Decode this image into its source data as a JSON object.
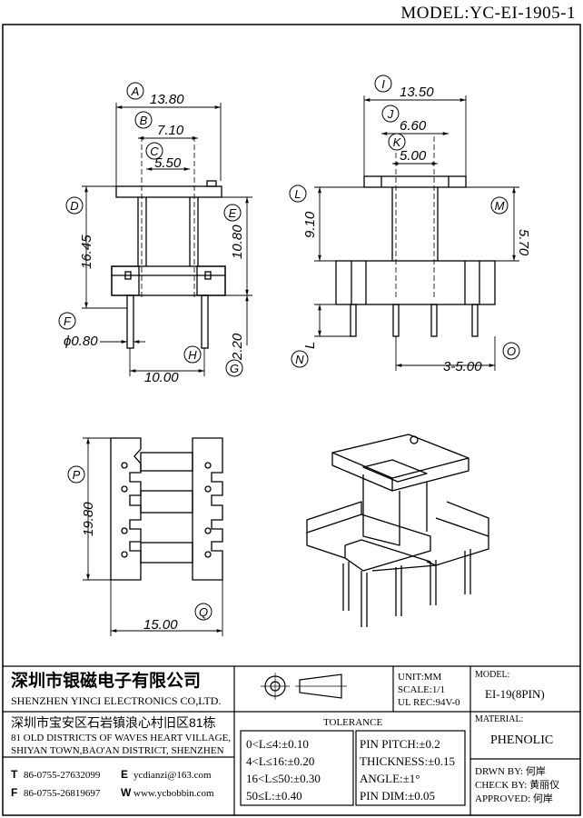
{
  "model_title": "MODEL:YC-EI-1905-1",
  "dimensions": {
    "a": "13.80",
    "b": "7.10",
    "c": "5.50",
    "d": "16.45",
    "e": "10.80",
    "f": "ϕ0.80",
    "g": "2.20",
    "h": "10.00",
    "i": "13.50",
    "j": "6.60",
    "k": "5.00",
    "l": "9.10",
    "m": "5.70",
    "n": "L",
    "o": "3-5.00",
    "p": "19.80",
    "q": "15.00"
  },
  "circle_labels": [
    "A",
    "B",
    "C",
    "D",
    "E",
    "F",
    "G",
    "H",
    "I",
    "J",
    "K",
    "L",
    "M",
    "N",
    "O",
    "P",
    "Q"
  ],
  "title_block": {
    "company_cn": "深圳市银磁电子有限公司",
    "company_en": "SHENZHEN YINCI ELECTRONICS CO,LTD.",
    "address_cn": "深圳市宝安区石岩镇浪心村旧区81栋",
    "address_en1": "81 OLD DISTRICTS OF WAVES HEART VILLAGE,",
    "address_en2": "SHIYAN TOWN,BAO'AN DISTRICT, SHENZHEN",
    "tel_label": "T",
    "tel": "86-0755-27632099",
    "email_label": "E",
    "email": "ycdianzi@163.com",
    "fax_label": "F",
    "fax": "86-0755-26819697",
    "web_label": "W",
    "web": "www.ycbobbin.com",
    "unit": "UNIT:MM",
    "scale": "SCALE:1/1",
    "ul": "UL REC:94V-0",
    "model_label": "MODEL:",
    "model_value": "EI-19(8PIN)",
    "material_label": "MATERIAL:",
    "material_value": "PHENOLIC",
    "tolerance_title": "TOLERANCE",
    "tolerances": [
      "0<L≤4:±0.10",
      "4<L≤16:±0.20",
      "16<L≤50:±0.30",
      "50≤L:±0.40"
    ],
    "specs": [
      "PIN PITCH:±0.2",
      "THICKNESS:±0.15",
      "ANGLE:±1°",
      "PIN DIM:±0.05"
    ],
    "drawn": "DRWN BY: 何岸",
    "check": "CHECK BY: 黄丽仪",
    "approved": "APPROVED: 何岸"
  }
}
